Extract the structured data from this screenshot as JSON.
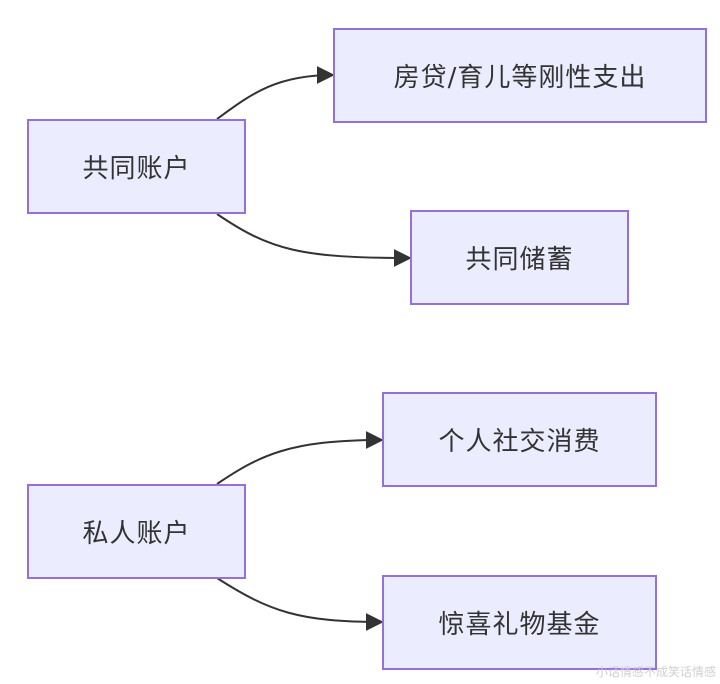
{
  "nodes": {
    "joint_account": "共同账户",
    "mortgage_childcare": "房贷/育儿等刚性支出",
    "joint_savings": "共同储蓄",
    "private_account": "私人账户",
    "personal_social": "个人社交消费",
    "surprise_gift_fund": "惊喜礼物基金"
  },
  "edges": [
    {
      "from": "共同账户",
      "to": "房贷/育儿等刚性支出"
    },
    {
      "from": "共同账户",
      "to": "共同储蓄"
    },
    {
      "from": "私人账户",
      "to": "个人社交消费"
    },
    {
      "from": "私人账户",
      "to": "惊喜礼物基金"
    }
  ],
  "watermark": "小话情感不成笑话情感",
  "colors": {
    "node_fill": "#ececff",
    "node_border": "#9370db",
    "edge": "#333333",
    "text": "#333333"
  }
}
